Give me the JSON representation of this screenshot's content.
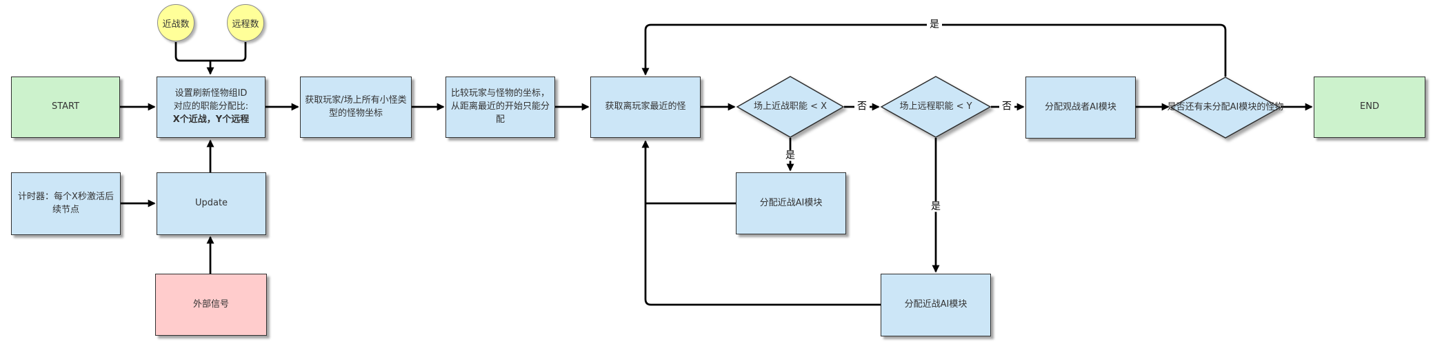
{
  "diagram_type": "flowchart",
  "inputs": {
    "melee_count_label": "近战数",
    "ranged_count_label": "远程数"
  },
  "nodes": {
    "start": {
      "label": "START"
    },
    "set_ratio": {
      "line1": "设置刷新怪物组ID",
      "line2": "对应的职能分配比:",
      "line3": "X个近战，Y个远程"
    },
    "get_coords": {
      "label": "获取玩家/场上所有小怪类型的怪物坐标"
    },
    "compare": {
      "label": "比较玩家与怪物的坐标，从距离最近的开始只能分配"
    },
    "get_nearest": {
      "label": "获取离玩家最近的怪"
    },
    "decision_melee": {
      "label": "场上近战职能 < X"
    },
    "decision_ranged": {
      "label": "场上远程职能 < Y"
    },
    "assign_spectator": {
      "label": "分配观战者AI模块"
    },
    "decision_remaining": {
      "label": "是否还有未分配AI模块的怪物"
    },
    "end": {
      "label": "END"
    },
    "timer": {
      "label": "计时器：每个X秒激活后续节点"
    },
    "update": {
      "label": "Update"
    },
    "assign_melee_after_melee_check": {
      "label": "分配近战AI模块"
    },
    "external_signal": {
      "label": "外部信号"
    },
    "assign_melee_after_ranged_check": {
      "label": "分配近战AI模块"
    }
  },
  "edge_labels": {
    "no_after_melee_check": "否",
    "no_after_ranged_check": "否",
    "yes_after_melee_check": "是",
    "yes_after_ranged_check": "是",
    "yes_loop_top": "是"
  },
  "colors": {
    "process_fill": "#cce6f7",
    "terminal_fill": "#ccf2cc",
    "input_fill": "#ffff99",
    "signal_fill": "#ffcccc",
    "line": "#000000",
    "border": "#2e2e2e",
    "text": "#333333"
  }
}
